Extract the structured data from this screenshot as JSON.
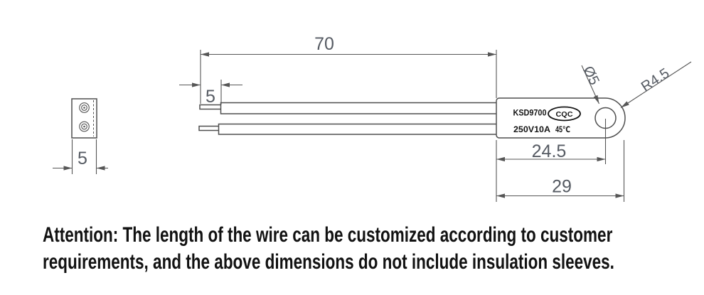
{
  "drawing": {
    "dims": {
      "wire_length": "70",
      "bare_wire_end": "5",
      "side_view_width": "5",
      "hole_center_offset": "24.5",
      "body_length": "29",
      "hole_diameter": "Ø5",
      "end_radius": "R4.5"
    },
    "body_label": {
      "model": "KSD9700",
      "cert_mark": "CQC",
      "rating": "250V10A",
      "temperature": "45℃"
    }
  },
  "note": {
    "line1": "Attention: The length of the wire can be customized according to customer",
    "line2": "requirements, and the above dimensions do not include insulation sleeves."
  },
  "colors": {
    "line": "#4f4f4f",
    "dim_line": "#565656",
    "dim_text": "#565b63",
    "text": "#121212",
    "background": "#ffffff"
  }
}
